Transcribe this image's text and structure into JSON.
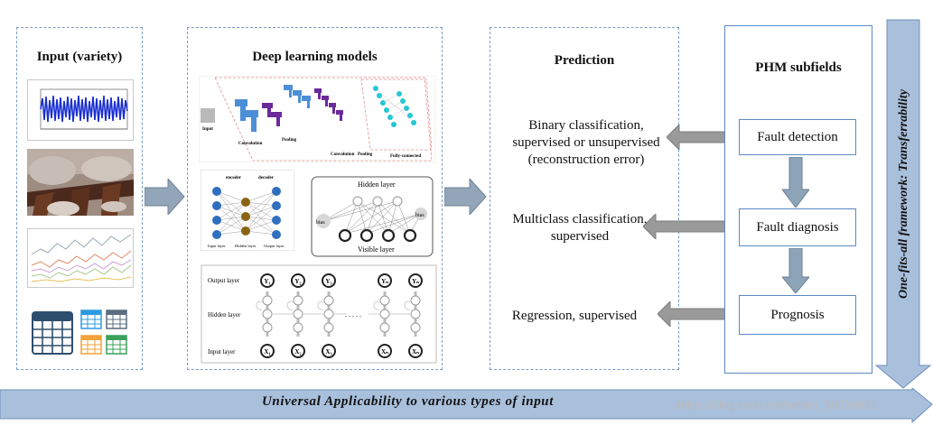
{
  "input_panel": {
    "title": "Input (variety)"
  },
  "models_panel": {
    "title": "Deep learning models",
    "cnn": {
      "label_input": "Input",
      "label_conv1": "Convolution",
      "label_pool1": "Pooling",
      "label_conv2": "Convolution",
      "label_pool2": "Pooling",
      "label_fc": "Fully-connected"
    },
    "ae": {
      "label_encoder": "encoder",
      "label_decoder": "decoder",
      "label_in": "Input layer",
      "label_hidden": "Hidden layer",
      "label_out": "Output layer"
    },
    "rbm": {
      "hidden": "Hidden layer",
      "visible": "Visible layer",
      "bias_left": "bias",
      "bias_right": "bias"
    },
    "rnn": {
      "output_layer": "Output layer",
      "hidden_layer": "Hidden layer",
      "input_layer": "Input layer",
      "y_labels": [
        "Y₁",
        "Y₂",
        "Y₃",
        "Yₙ",
        "Yₙ"
      ],
      "x_labels": [
        "X₁",
        "X₂",
        "X₃",
        "Xₙ",
        "Xₙ"
      ],
      "dots": ". . . . ."
    }
  },
  "prediction_panel": {
    "title": "Prediction",
    "items": [
      "Binary classification,\nsupervised or unsupervised\n(reconstruction error)",
      "Multiclass classification,\nsupervised",
      "Regression, supervised"
    ]
  },
  "phm_panel": {
    "title": "PHM subfields",
    "items": [
      "Fault detection",
      "Fault diagnosis",
      "Prognosis"
    ]
  },
  "side_banner": "One-fits-all framework: Transferrability",
  "bottom_banner": "Universal Applicability to various types of input",
  "watermark": "https://blog.csdn.net/weixin_50556981",
  "colors": {
    "arrow_fill": "#a7bedb",
    "arrow_stroke": "#7f9bc2",
    "panel_border": "#7a9cc8",
    "bidir_arrow": "#9a9a9a",
    "down_arrow": "#8da3b8"
  }
}
